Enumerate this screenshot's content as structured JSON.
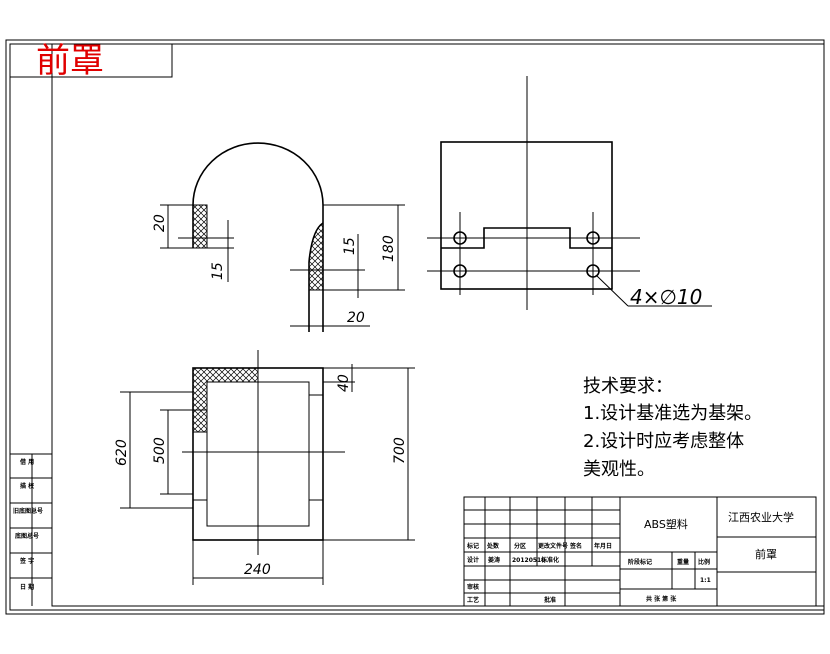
{
  "corner_title": "前罩",
  "dimensions": {
    "top_left": [
      "20",
      "15",
      "15",
      "180",
      "20"
    ],
    "hole_note": "4×∅10",
    "bottom": [
      "40",
      "620",
      "500",
      "700",
      "240"
    ]
  },
  "tech_requirements": {
    "heading": "技术要求：",
    "lines": [
      "1.设计基准选为基架。",
      "2.设计时应考虑整体",
      "美观性。"
    ]
  },
  "left_strip": [
    "借 用",
    "描 校",
    "旧底图总号",
    "底图总号",
    "签 字",
    "日 期"
  ],
  "title_block": {
    "material": "ABS塑料",
    "university": "江西农业大学",
    "part_name": "前罩",
    "header_row": [
      "标记",
      "处数",
      "分区",
      "更改文件号",
      "签名",
      "年月日"
    ],
    "design_row": [
      "设计",
      "姜涛",
      "20120510",
      "标准化"
    ],
    "stage_labels": [
      "阶段标记",
      "重量",
      "比例"
    ],
    "scale": "1:1",
    "review": "审核",
    "process": "工艺",
    "approve": "批准",
    "sheets": "共 张 第 张"
  }
}
